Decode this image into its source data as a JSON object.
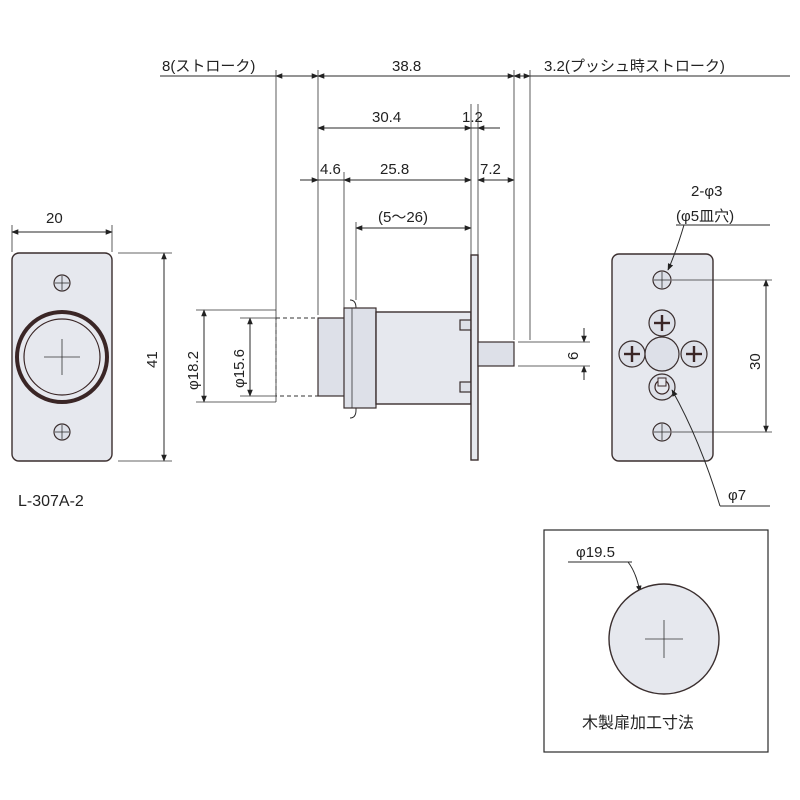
{
  "dimensions": {
    "stroke": "8(ストローク)",
    "overall": "38.8",
    "push_stroke": "3.2(プッシュ時ストローク)",
    "d30_4": "30.4",
    "d1_2": "1.2",
    "d4_6": "4.6",
    "d25_8": "25.8",
    "d7_2": "7.2",
    "range": "(5〜26)",
    "width20": "20",
    "height41": "41",
    "phi18_2": "φ18.2",
    "phi15_6": "φ15.6",
    "d6": "6",
    "d30": "30",
    "holes": "2-φ3",
    "counterbore": "(φ5皿穴)",
    "phi7": "φ7",
    "phi19_5": "φ19.5"
  },
  "labels": {
    "model": "L-307A-2",
    "door_cutout": "木製扉加工寸法"
  },
  "colors": {
    "fill": "#e6e8ee",
    "outline": "#3a2e2e",
    "line": "#2a2a2a"
  }
}
